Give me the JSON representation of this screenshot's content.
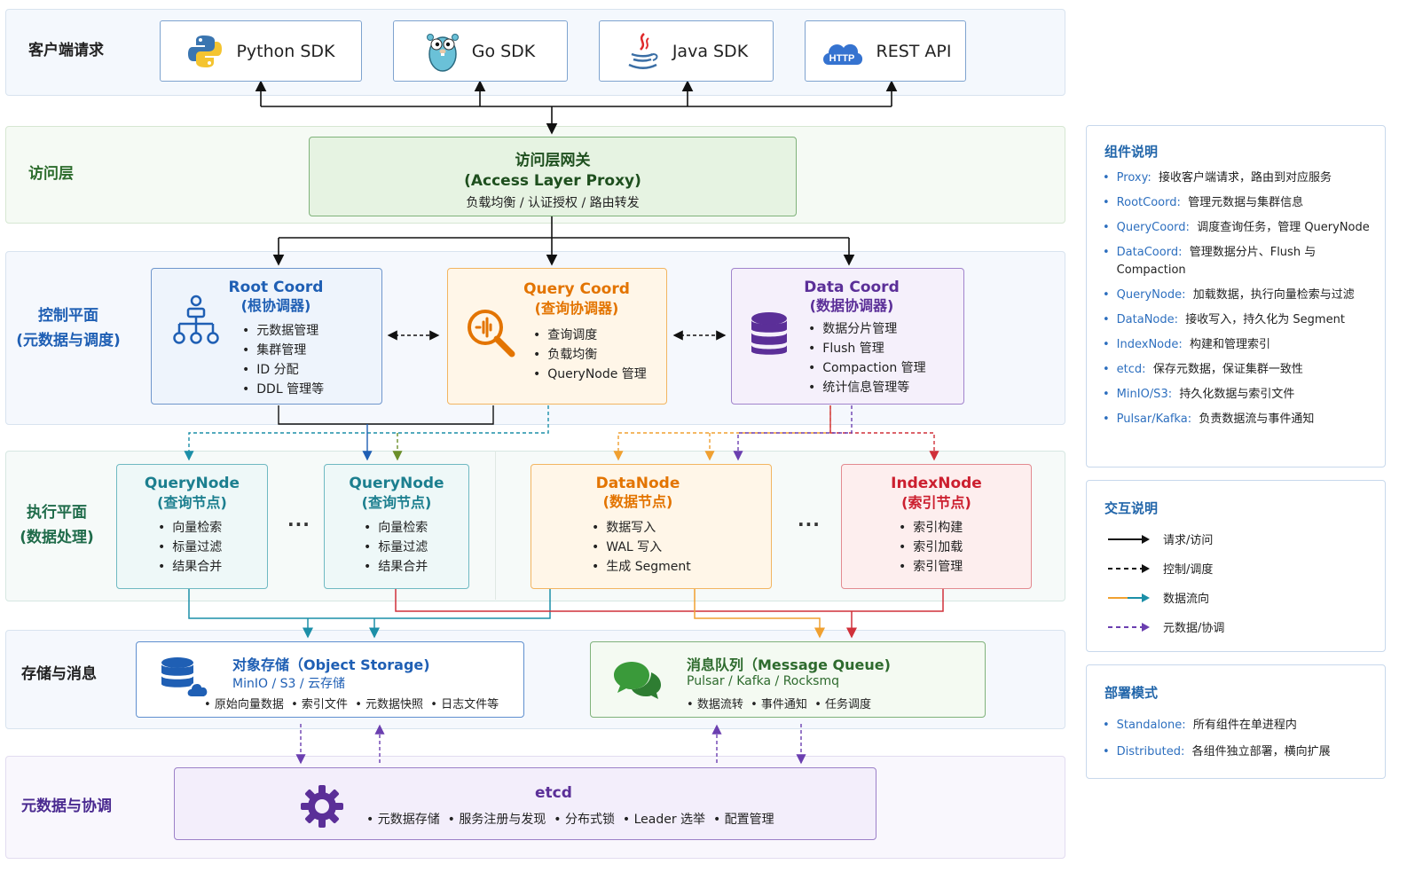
{
  "layers": {
    "client": "客户端请求",
    "access": "访问层",
    "control": [
      "控制平面",
      "(元数据与调度)"
    ],
    "exec": [
      "执行平面",
      "(数据处理)"
    ],
    "storage": "存储与消息",
    "meta": "元数据与协调"
  },
  "sdks": [
    {
      "label": "Python SDK",
      "icon": "python-icon"
    },
    {
      "label": "Go SDK",
      "icon": "gopher-icon"
    },
    {
      "label": "Java SDK",
      "icon": "java-icon"
    },
    {
      "label": "REST API",
      "icon": "http-cloud-icon",
      "badge": "HTTP"
    }
  ],
  "proxy": {
    "title": "访问层网关",
    "subtitle": "(Access Layer Proxy)",
    "desc": "负载均衡 / 认证授权 / 路由转发"
  },
  "coords": [
    {
      "title": "Root Coord",
      "sub": "(根协调器)",
      "items": [
        "元数据管理",
        "集群管理",
        "ID 分配",
        "DDL 管理等"
      ],
      "color": "#1f5fb4"
    },
    {
      "title": "Query Coord",
      "sub": "(查询协调器)",
      "items": [
        "查询调度",
        "负载均衡",
        "QueryNode 管理"
      ],
      "color": "#e37400"
    },
    {
      "title": "Data Coord",
      "sub": "(数据协调器)",
      "items": [
        "数据分片管理",
        "Flush 管理",
        "Compaction 管理",
        "统计信息管理等"
      ],
      "color": "#5b2f98"
    }
  ],
  "nodes": [
    {
      "title": "QueryNode",
      "sub": "(查询节点)",
      "items": [
        "向量检索",
        "标量过滤",
        "结果合并"
      ],
      "color": "#1c7f8f"
    },
    {
      "title": "QueryNode",
      "sub": "(查询节点)",
      "items": [
        "向量检索",
        "标量过滤",
        "结果合并"
      ],
      "color": "#1c7f8f"
    },
    {
      "title": "DataNode",
      "sub": "(数据节点)",
      "items": [
        "数据写入",
        "WAL 写入",
        "生成 Segment"
      ],
      "color": "#e37400"
    },
    {
      "title": "IndexNode",
      "sub": "(索引节点)",
      "items": [
        "索引构建",
        "索引加载",
        "索引管理"
      ],
      "color": "#cc1f2f"
    }
  ],
  "ellipsis": "...",
  "object_storage": {
    "title": "对象存储（Object Storage)",
    "sub": "MinIO / S3 / 云存储",
    "items": [
      "原始向量数据",
      "索引文件",
      "元数据快照",
      "日志文件等"
    ]
  },
  "message_queue": {
    "title": "消息队列（Message Queue)",
    "sub": "Pulsar / Kafka / Rocksmq",
    "items": [
      "数据流转",
      "事件通知",
      "任务调度"
    ]
  },
  "etcd": {
    "title": "etcd",
    "items": [
      "元数据存储",
      "服务注册与发现",
      "分布式锁",
      "Leader 选举",
      "配置管理"
    ]
  },
  "components": {
    "title": "组件说明",
    "items": [
      {
        "k": "Proxy:",
        "v": "接收客户端请求，路由到对应服务"
      },
      {
        "k": "RootCoord:",
        "v": "管理元数据与集群信息"
      },
      {
        "k": "QueryCoord:",
        "v": "调度查询任务，管理 QueryNode"
      },
      {
        "k": "DataCoord:",
        "v": "管理数据分片、Flush 与 Compaction"
      },
      {
        "k": "QueryNode:",
        "v": "加载数据，执行向量检索与过滤"
      },
      {
        "k": "DataNode:",
        "v": "接收写入，持久化为 Segment"
      },
      {
        "k": "IndexNode:",
        "v": "构建和管理索引"
      },
      {
        "k": "etcd:",
        "v": "保存元数据，保证集群一致性"
      },
      {
        "k": "MinIO/S3:",
        "v": "持久化数据与索引文件"
      },
      {
        "k": "Pulsar/Kafka:",
        "v": "负责数据流与事件通知"
      }
    ]
  },
  "interaction": {
    "title": "交互说明",
    "items": [
      {
        "label": "请求/访问",
        "style": "solid",
        "color": "#111111"
      },
      {
        "label": "控制/调度",
        "style": "dashed",
        "color": "#111111"
      },
      {
        "label": "数据流向",
        "style": "solid",
        "color": "#1c8fa8",
        "color2": "#f0a030"
      },
      {
        "label": "元数据/协调",
        "style": "dashed",
        "color": "#6b3fb0"
      }
    ]
  },
  "deploy": {
    "title": "部署模式",
    "items": [
      {
        "k": "Standalone:",
        "v": "所有组件在单进程内"
      },
      {
        "k": "Distributed:",
        "v": "各组件独立部署，横向扩展"
      }
    ]
  }
}
